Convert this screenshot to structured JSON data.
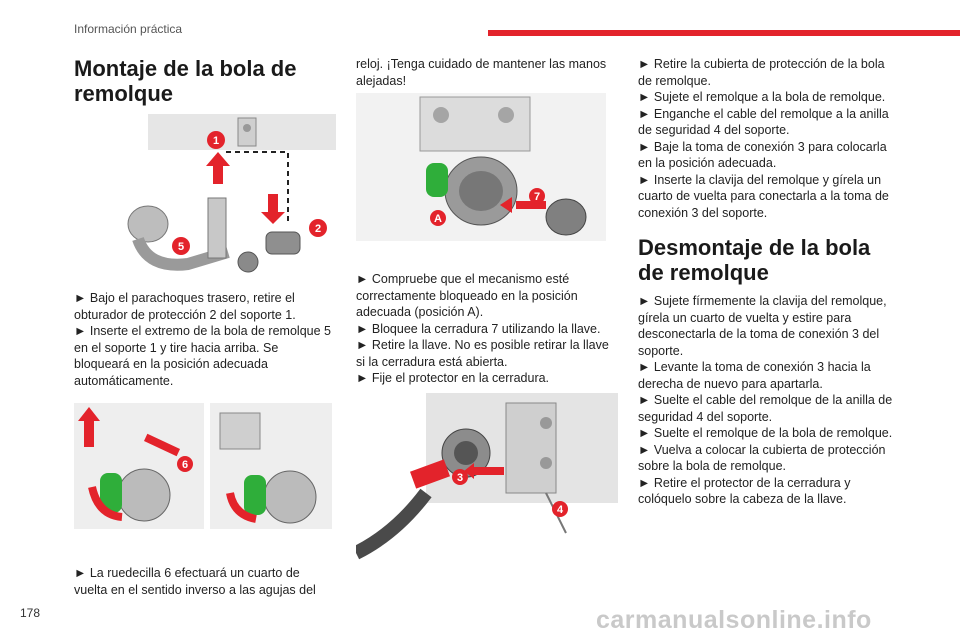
{
  "header": {
    "section": "Información práctica"
  },
  "footer": {
    "page_number": "178",
    "watermark": "carmanualsonline.info"
  },
  "col1": {
    "title": "Montaje de la bola de remolque",
    "fig1_badges": [
      "1",
      "2",
      "5"
    ],
    "para1": "Bajo el parachoques trasero, retire el obturador de protección 2 del soporte 1.",
    "para2": "Inserte el extremo de la bola de remolque 5 en el soporte 1 y tire hacia arriba. Se bloqueará en la posición adecuada automáticamente.",
    "fig2_badges": [
      "6"
    ],
    "para3": "La ruedecilla 6 efectuará un cuarto de vuelta en el sentido inverso a las agujas del"
  },
  "col2": {
    "para0": "reloj. ¡Tenga cuidado de mantener las manos alejadas!",
    "fig3_badges": [
      "7",
      "A"
    ],
    "para1": "Compruebe que el mecanismo esté correctamente bloqueado en la posición adecuada (posición A).",
    "para2": "Bloquee la cerradura 7 utilizando la llave.",
    "para3": "Retire la llave. No es posible retirar la llave si la cerradura está abierta.",
    "para4": "Fije el protector en la cerradura.",
    "fig4_badges": [
      "3",
      "4"
    ]
  },
  "col3": {
    "para1": "Retire la cubierta de protección de la bola de remolque.",
    "para2": "Sujete el remolque a la bola de remolque.",
    "para3": "Enganche el cable del remolque a la anilla de seguridad 4 del soporte.",
    "para4": "Baje la toma de conexión 3 para colocarla en la posición adecuada.",
    "para5": "Inserte la clavija del remolque y gírela un cuarto de vuelta para conectarla a la toma de conexión 3 del soporte.",
    "title": "Desmontaje de la bola de remolque",
    "para6": "Sujete fírmemente la clavija del remolque, gírela un cuarto de vuelta y estire para desconectarla de la toma de conexión 3 del soporte.",
    "para7": "Levante la toma de conexión 3 hacia la derecha de nuevo para apartarla.",
    "para8": "Suelte el cable del remolque de la anilla de seguridad 4 del soporte.",
    "para9": "Suelte el remolque de la bola de remolque.",
    "para10": "Vuelva a colocar la cubierta de protección sobre la bola de remolque.",
    "para11": "Retire el protector de la cerradura y colóquelo sobre la cabeza de la llave."
  },
  "colors": {
    "accent_red": "#e3232b",
    "green": "#2fae3a"
  }
}
